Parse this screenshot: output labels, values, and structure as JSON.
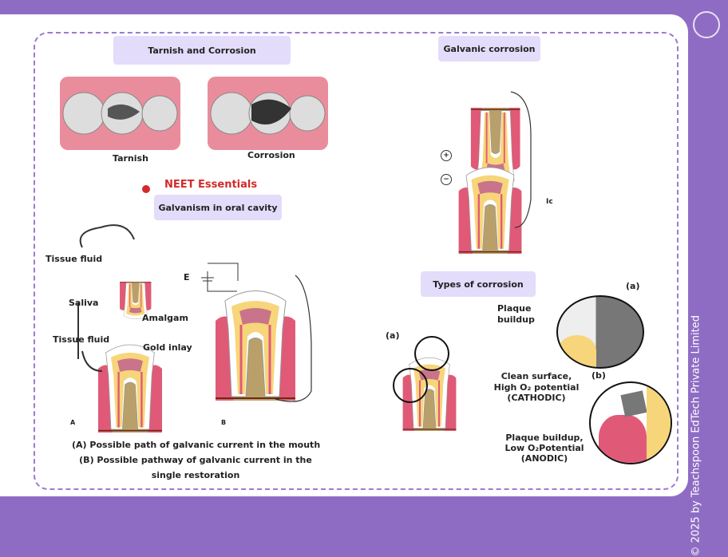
{
  "tarnish_section": {
    "title": "Tarnish and Corrosion",
    "labels": [
      "Tarnish",
      "Corrosion"
    ]
  },
  "neet": {
    "badge": "NEET Essentials"
  },
  "galvanism": {
    "title": "Galvanism in oral cavity",
    "labels": {
      "tissue_fluid_top": "Tissue fluid",
      "saliva": "Saliva",
      "tissue_fluid_bottom": "Tissue fluid",
      "amalgam": "Amalgam",
      "gold_inlay": "Gold inlay",
      "e": "E",
      "a": "A",
      "b": "B"
    },
    "caption": [
      "(A) Possible path of galvanic current in the mouth",
      "(B) Possible pathway of galvanic current in the",
      "single restoration"
    ]
  },
  "galvanic_corrosion": {
    "title": "Galvanic corrosion",
    "plus": "+",
    "minus": "−",
    "ic": "Ic"
  },
  "types": {
    "title": "Types of corrosion",
    "a_left": "(a)",
    "a_right": "(a)",
    "b": "(b)",
    "plaque": [
      "Plaque",
      "buildup"
    ],
    "clean": [
      "Clean surface,",
      "High O₂ potential",
      "(CATHODIC)"
    ],
    "anodic": [
      "Plaque buildup,",
      "Low O₂Potential",
      "(ANODIC)"
    ]
  },
  "copyright": "© 2025 by Teachspoon EdTech Private Limited",
  "colors": {
    "frame": "#8f6cc4",
    "pill": "#e3dcfb",
    "neet": "#d42a2a",
    "gum": "#e05a78",
    "dentin": "#f7d57a",
    "bone": "#b9a06a"
  }
}
